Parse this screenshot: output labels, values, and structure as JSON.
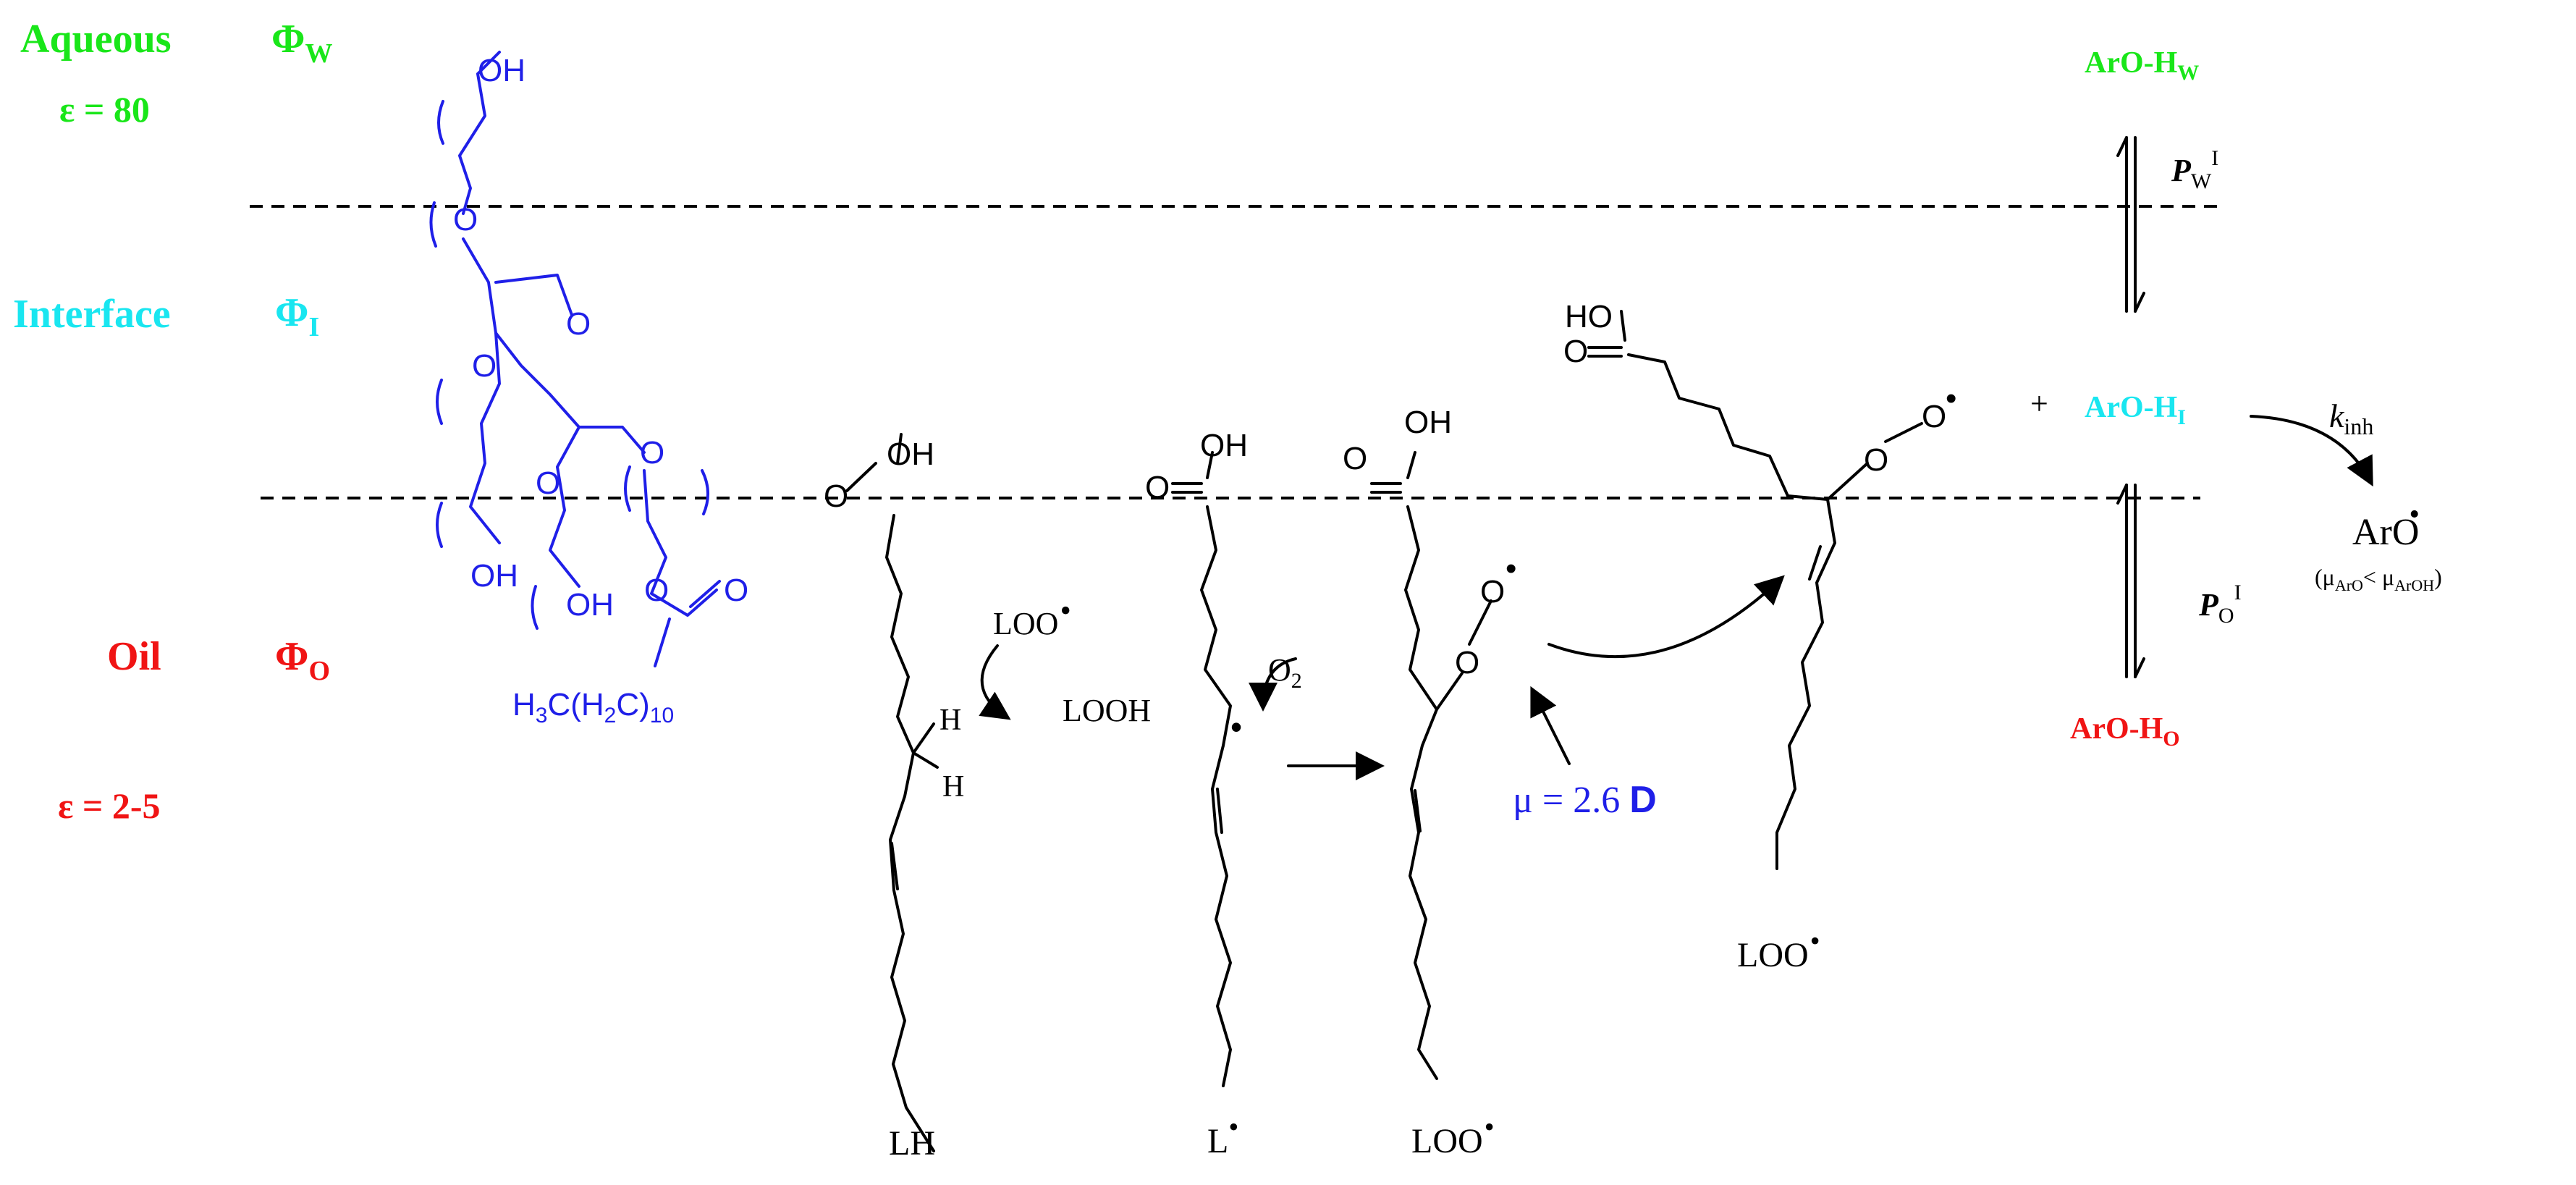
{
  "colors": {
    "aqueous": "#19e619",
    "interface": "#19e6f0",
    "oil": "#f01414",
    "surfactant": "#1f1fe8",
    "mu": "#1f1fe8",
    "ink": "#000000"
  },
  "phases": {
    "aqueous": {
      "label": "Aqueous",
      "symbol": "Φ",
      "sub": "W",
      "epsilon": "ε = 80"
    },
    "interface": {
      "label": "Interface",
      "symbol": "Φ",
      "sub": "I"
    },
    "oil": {
      "label": "Oil",
      "symbol": "Φ",
      "sub": "O",
      "epsilon": "ε = 2-5"
    }
  },
  "surfactant": {
    "oh": "OH",
    "o": "O",
    "tail_prefix": "H",
    "tail_3": "3",
    "tail_mid": "C(H",
    "tail_2": "2",
    "tail_close": "C)",
    "tail_10": "10"
  },
  "lipids": {
    "lh": {
      "oh": "OH",
      "o": "O",
      "h": "H",
      "label": "LH"
    },
    "h_abstraction": {
      "loo_in": "LOO",
      "looh_out": "LOOH"
    },
    "l_radical": {
      "oh": "OH",
      "o": "O",
      "o2": "O",
      "o2_sub": "2",
      "label": "L"
    },
    "loo_radical": {
      "oh": "OH",
      "o": "O",
      "label": "LOO"
    },
    "dipole": {
      "mu": "μ = 2.6 ",
      "unit": "D"
    },
    "loo_oriented": {
      "ho": "HO",
      "o": "O",
      "label": "LOO"
    }
  },
  "antioxidant": {
    "aro_h_w": {
      "main": "ArO-H",
      "sub": "W"
    },
    "p_w": {
      "main": "P",
      "sub": "W",
      "sup": "I"
    },
    "plus": "+",
    "aro_h_i": {
      "main": "ArO-H",
      "sub": "I"
    },
    "k_inh": {
      "main": "k",
      "sub": "inh"
    },
    "aro_radical": "ArO",
    "mu_compare": {
      "open": "(μ",
      "sub1": "ArO",
      "lt": "< μ",
      "sub2": "ArOH",
      "close": ")"
    },
    "p_o": {
      "main": "P",
      "sub": "O",
      "sup": "I"
    },
    "aro_h_o": {
      "main": "ArO-H",
      "sub": "O"
    }
  }
}
